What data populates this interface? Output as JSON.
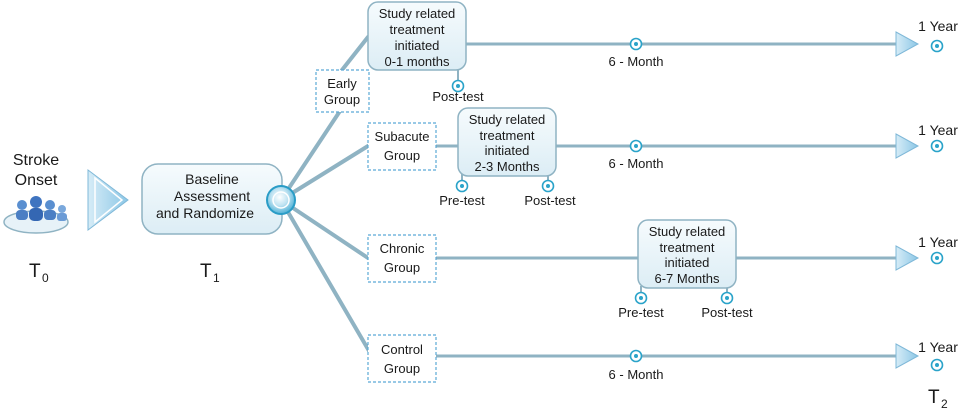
{
  "stroke_onset": {
    "line1": "Stroke",
    "line2": "Onset"
  },
  "baseline": {
    "line1": "Baseline",
    "line2": "Assessment",
    "line3": "and Randomize"
  },
  "time_labels": {
    "t0": {
      "symbol": "T",
      "sub": "0"
    },
    "t1": {
      "symbol": "T",
      "sub": "1"
    },
    "t2": {
      "symbol": "T",
      "sub": "2"
    }
  },
  "groups": {
    "early": {
      "line1": "Early",
      "line2": "Group"
    },
    "subacute": {
      "line1": "Subacute",
      "line2": "Group"
    },
    "chronic": {
      "line1": "Chronic",
      "line2": "Group"
    },
    "control": {
      "line1": "Control",
      "line2": "Group"
    }
  },
  "treatments": {
    "early": {
      "line1": "Study related",
      "line2": "treatment",
      "line3": "initiated",
      "line4": "0-1 months"
    },
    "subacute": {
      "line1": "Study related",
      "line2": "treatment",
      "line3": "initiated",
      "line4": "2-3 Months"
    },
    "chronic": {
      "line1": "Study related",
      "line2": "treatment",
      "line3": "initiated",
      "line4": "6-7 Months"
    }
  },
  "milestones": {
    "six_month": "6 - Month",
    "one_year": "1 Year",
    "pre_test": "Pre-test",
    "post_test": "Post-test"
  },
  "colors": {
    "line": "#8fb3c3",
    "box_border": "#8fb3c3",
    "dashed_border": "#5aa9d6",
    "node": "#2aa3c9",
    "arrow": "#a9d3ea"
  }
}
